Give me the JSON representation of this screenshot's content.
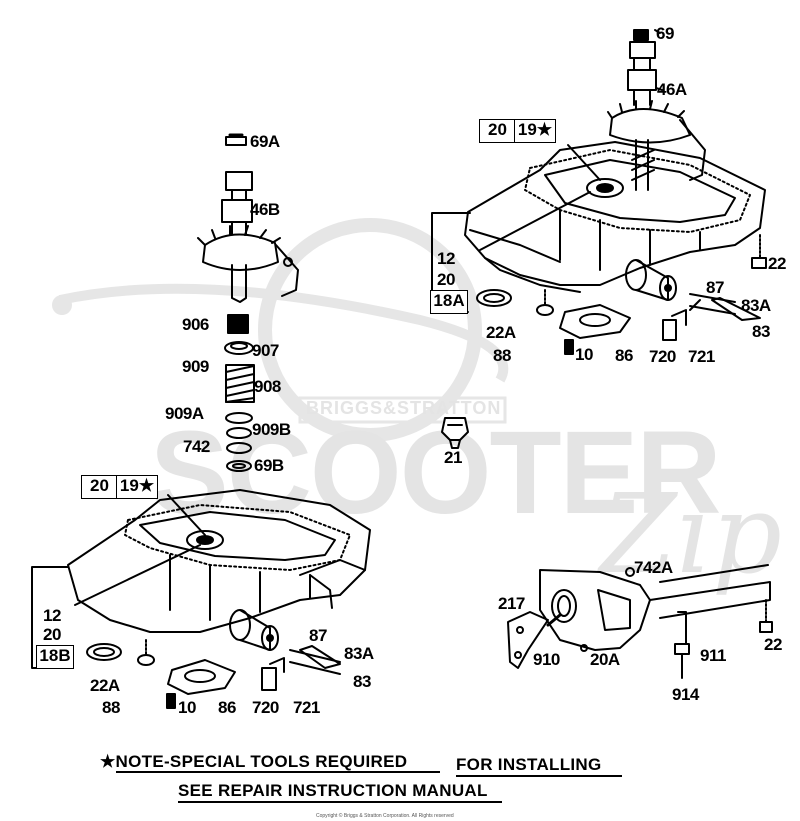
{
  "watermark": {
    "banner": "BRIGGS&STRATTON",
    "word": "SCOOTER",
    "script": "Zip"
  },
  "labels": {
    "p69": "69",
    "p46A": "46A",
    "p69A": "69A",
    "p46B": "46B",
    "p906": "906",
    "p907": "907",
    "p909": "909",
    "p908": "908",
    "p909A": "909A",
    "p909B": "909B",
    "p742": "742",
    "p69B": "69B",
    "p21": "21",
    "tr_12": "12",
    "tr_20": "20",
    "tr_22": "22",
    "tr_87": "87",
    "tr_83A": "83A",
    "tr_83": "83",
    "tr_22A": "22A",
    "tr_88": "88",
    "tr_10": "10",
    "tr_86": "86",
    "tr_720": "720",
    "tr_721": "721",
    "bl_12": "12",
    "bl_20": "20",
    "bl_87": "87",
    "bl_83A": "83A",
    "bl_83": "83",
    "bl_22A": "22A",
    "bl_88": "88",
    "bl_10": "10",
    "bl_86": "86",
    "bl_720": "720",
    "bl_721": "721",
    "br_742A": "742A",
    "br_217": "217",
    "br_910": "910",
    "br_20A": "20A",
    "br_911": "911",
    "br_22": "22",
    "br_914": "914"
  },
  "boxes": {
    "tr_a": "20",
    "tr_b": "19★",
    "tr_18": "18A",
    "bl_a": "20",
    "bl_b": "19★",
    "bl_18": "18B"
  },
  "note": {
    "star": "★",
    "line1a": "NOTE-SPECIAL TOOLS REQUIRED",
    "line1b": "FOR INSTALLING",
    "line2": "SEE REPAIR INSTRUCTION MANUAL"
  },
  "copyright": "Copyright © Briggs & Stratton Corporation. All Rights reserved"
}
